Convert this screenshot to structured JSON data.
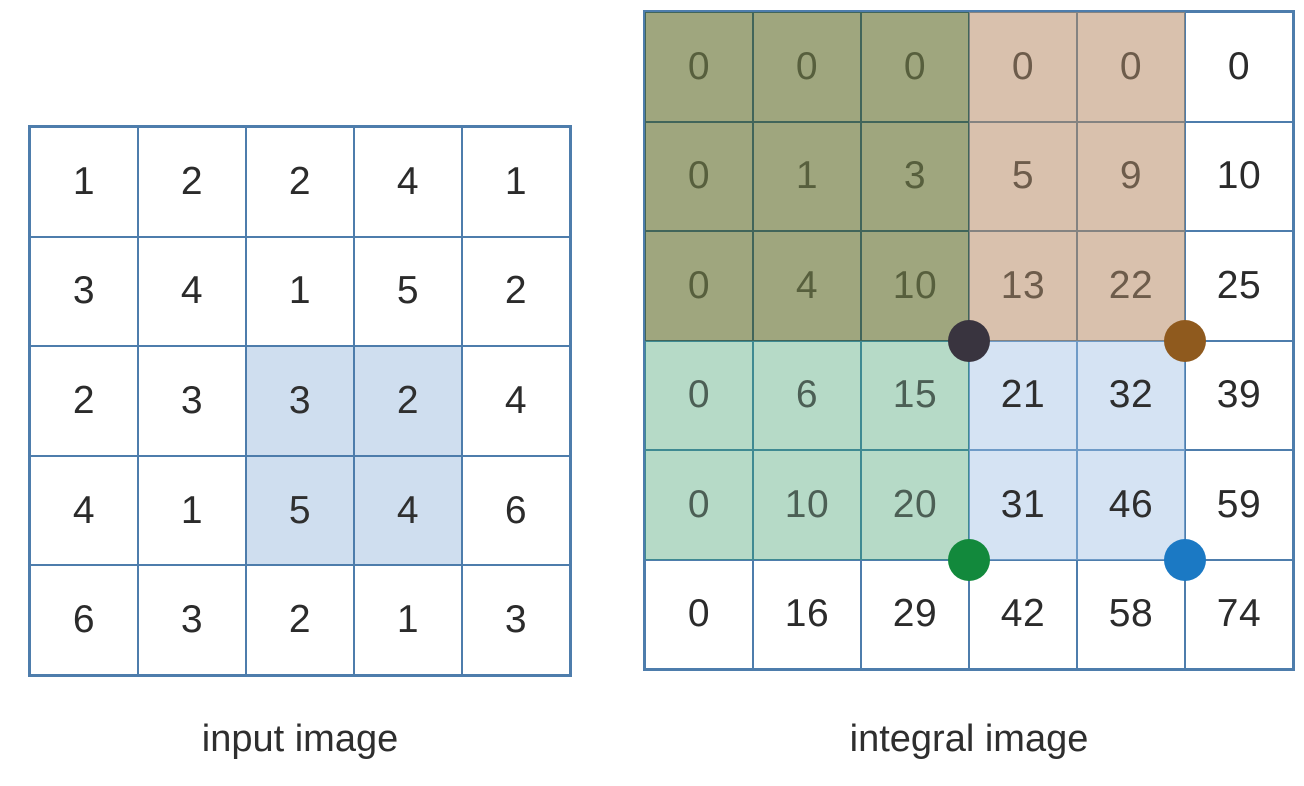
{
  "labels": {
    "input": "input image",
    "integral": "integral image"
  },
  "palette": {
    "white": {
      "bg": "#ffffff",
      "line": "#4e7dac",
      "text": "#2b2b2b"
    },
    "hl": {
      "bg": "#cfdeef",
      "line": "#4d7cab",
      "text": "#2f2f2f"
    },
    "olive": {
      "bg": "#9fa67e",
      "line": "#41655a",
      "text": "#575f3d"
    },
    "tan": {
      "bg": "#d9c1ad",
      "line": "#848381",
      "text": "#6d5c4b"
    },
    "mint": {
      "bg": "#b6dac7",
      "line": "#3f8a92",
      "text": "#4c5f55"
    },
    "blue": {
      "bg": "#d5e3f3",
      "line": "#6f9bc7",
      "text": "#2e2e2e"
    },
    "dots": {
      "dark": "#39343f",
      "brown": "#8f5a1e",
      "green": "#12893c",
      "blue": "#1b79c4"
    }
  },
  "input_grid": {
    "rows": [
      [
        1,
        2,
        2,
        4,
        1
      ],
      [
        3,
        4,
        1,
        5,
        2
      ],
      [
        2,
        3,
        3,
        2,
        4
      ],
      [
        4,
        1,
        5,
        4,
        6
      ],
      [
        6,
        3,
        2,
        1,
        3
      ]
    ],
    "fills": [
      [
        "white",
        "white",
        "white",
        "white",
        "white"
      ],
      [
        "white",
        "white",
        "white",
        "white",
        "white"
      ],
      [
        "white",
        "white",
        "hl",
        "hl",
        "white"
      ],
      [
        "white",
        "white",
        "hl",
        "hl",
        "white"
      ],
      [
        "white",
        "white",
        "white",
        "white",
        "white"
      ]
    ],
    "dots": []
  },
  "integral_grid": {
    "rows": [
      [
        0,
        0,
        0,
        0,
        0,
        0
      ],
      [
        0,
        1,
        3,
        5,
        9,
        10
      ],
      [
        0,
        4,
        10,
        13,
        22,
        25
      ],
      [
        0,
        6,
        15,
        21,
        32,
        39
      ],
      [
        0,
        10,
        20,
        31,
        46,
        59
      ],
      [
        0,
        16,
        29,
        42,
        58,
        74
      ]
    ],
    "fills": [
      [
        "olive",
        "olive",
        "olive",
        "tan",
        "tan",
        "white"
      ],
      [
        "olive",
        "olive",
        "olive",
        "tan",
        "tan",
        "white"
      ],
      [
        "olive",
        "olive",
        "olive",
        "tan",
        "tan",
        "white"
      ],
      [
        "mint",
        "mint",
        "mint",
        "blue",
        "blue",
        "white"
      ],
      [
        "mint",
        "mint",
        "mint",
        "blue",
        "blue",
        "white"
      ],
      [
        "white",
        "white",
        "white",
        "white",
        "white",
        "white"
      ]
    ],
    "dots": [
      {
        "name": "black-corner-dot",
        "color": "dark",
        "col": 3,
        "row": 3
      },
      {
        "name": "brown-corner-dot",
        "color": "brown",
        "col": 5,
        "row": 3
      },
      {
        "name": "green-corner-dot",
        "color": "green",
        "col": 3,
        "row": 5
      },
      {
        "name": "blue-corner-dot",
        "color": "blue",
        "col": 5,
        "row": 5
      }
    ]
  }
}
